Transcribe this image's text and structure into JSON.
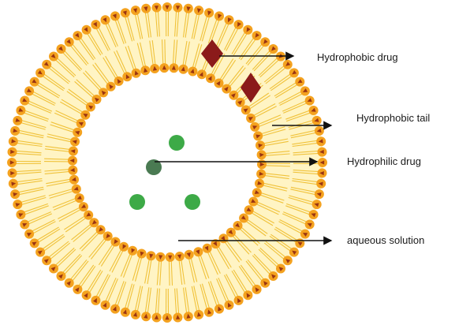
{
  "labels": {
    "hydrophobic_drug": "Hydrophobic drug",
    "hydrophobic_tail": "Hydrophobic tail",
    "hydrophilic_drug": "Hydrophilic drug",
    "aqueous_solution": "aqueous solution"
  },
  "colors": {
    "head": "#f4a21f",
    "head_marker": "#9a3412",
    "tail": "#f0c23a",
    "bilayer_fill": "#fff4c4",
    "hydrophobic_drug": "#8b1a1a",
    "hydrophilic_drug": "#3daa47",
    "hydrophilic_drug_alt": "#4a7a52",
    "arrow": "#111111"
  }
}
